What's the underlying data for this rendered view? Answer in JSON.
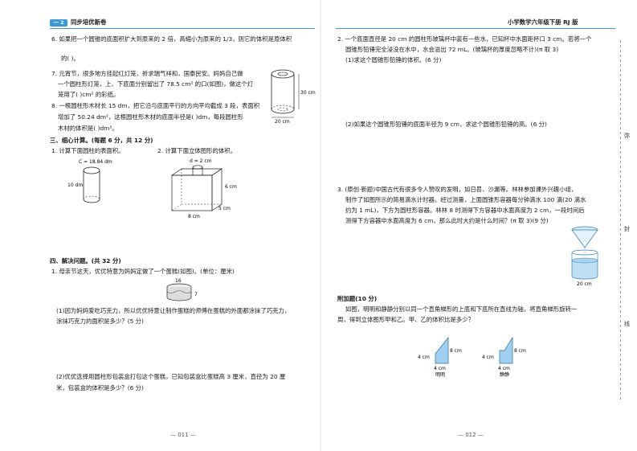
{
  "header": {
    "badge": "一 2",
    "left_title": "同步培优新卷",
    "right_title": "小学数学六年级下册 RJ 版"
  },
  "left": {
    "q6_line1": "6. 如果把一个圆锥的底面积扩大到原来的 2 倍，高缩小为原来的 1/3，则它的体积是原体积",
    "q6_line2": "的(        )。",
    "q7_line1": "7. 元宵节，很多地方挂起红灯笼，祈求瑞气祥和，国泰民安。妈妈自己做",
    "q7_line2": "一个圆柱形灯笼，上、下底面分别留出了 78.5 cm² 的口(如图)，做这个灯",
    "q7_line3": "笼用了(      )cm² 的彩纸。",
    "q7_fig_h": "30 cm",
    "q7_fig_d": "20 cm",
    "q8_line1": "8. 一根圆柱形木材长 15 dm，把它沿与底面平行的方向平均截成 3 段，表面积",
    "q8_line2": "增加了 50.24 dm²，这根圆柱形木材的底面半径是(      )dm，每段圆柱形",
    "q8_line3": "木材的体积是(      )dm³。",
    "sec3_title": "三、细心计算。(每题 6 分，共 12 分)",
    "sec3_q1": "1. 计算下面圆柱的表面积。",
    "sec3_q2": "2. 计算下面立体图形的体积。",
    "fig1_c": "C = 18.84 dm",
    "fig1_h": "10 dm",
    "fig2_d": "d = 2 cm",
    "fig2_h1": "6 cm",
    "fig2_h2": "5 cm",
    "fig2_w": "8 cm",
    "sec4_title": "四、解决问题。(共 32 分)",
    "sec4_q1": "1. 母亲节这天，优优特意为妈妈定做了一个蛋糕(如图)。(单位：厘米)",
    "cake_w": "16",
    "cake_h": "7",
    "sec4_q1a_line1": "(1)因为妈妈爱吃巧克力，所以优优特意让制作蛋糕的师傅在蛋糕的外面都涂抹了巧克力，",
    "sec4_q1a_line2": "涂抹巧克力的面积是多少？(5 分)",
    "sec4_q1b_line1": "(2)优优选择用圆柱形包装盒打包这个蛋糕，已知包装盒比蛋糕高 3 厘米，直径为 20 厘",
    "sec4_q1b_line2": "米，包装盒的体积是多少？(6 分)",
    "page_num": "— 011 —"
  },
  "right": {
    "q2_line1": "2. 一个底面直径是 20 cm 的圆柱形玻璃杯中装有一些水，已知杯中水面距杯口 3 cm。若将一个",
    "q2_line2": "圆锥形铅锤完全浸没在水中，水会溢出 72 mL。(玻璃杯的厚度忽略不计)(π 取 3)",
    "q2_a": "(1)求这个圆锥形铅锤的体积。(6 分)",
    "q2_b": "(2)如果这个圆锥形铅锤的底面半径为 9 cm，求这个圆锥形铅锤的高。(6 分)",
    "q3_line1": "3. (原创·新题)中国古代有很多令人赞叹的发明，如日晷、沙漏等。林林参加课外兴趣小组，",
    "q3_line2": "制作了如图所示的简易滴水计时器。经过测量，上面圆锥形容器每分钟滴水 100 滴(20 滴水",
    "q3_line3": "约为 1 mL)，下方为圆柱形容器。林林 8 时测得下方容器中水面高度为 2 cm，一段时间后",
    "q3_line4": "测得下方容器中水面高度为 6 cm，那么此时大约是什么时间？(π 取 3)(9 分)",
    "q3_fig_w": "20 cm",
    "extra_title": "附加题(10 分)",
    "extra_line1": "如图，明明和静静分别以同一个直角梯形的上底和下底所在直线为轴，将直角梯形旋转一",
    "extra_line2": "周，得到立体图形甲和乙。甲、乙的体积比是多少？",
    "fig_a_left": "4 cm",
    "fig_a_right": "8 cm",
    "fig_a_bottom": "4 cm",
    "fig_a_name": "明明",
    "fig_b_left": "4 cm",
    "fig_b_right": "8 cm",
    "fig_b_bottom": "4 cm",
    "fig_b_name": "静静",
    "side_1": "弥",
    "side_2": "封",
    "side_3": "线",
    "page_num": "— 012 —"
  }
}
